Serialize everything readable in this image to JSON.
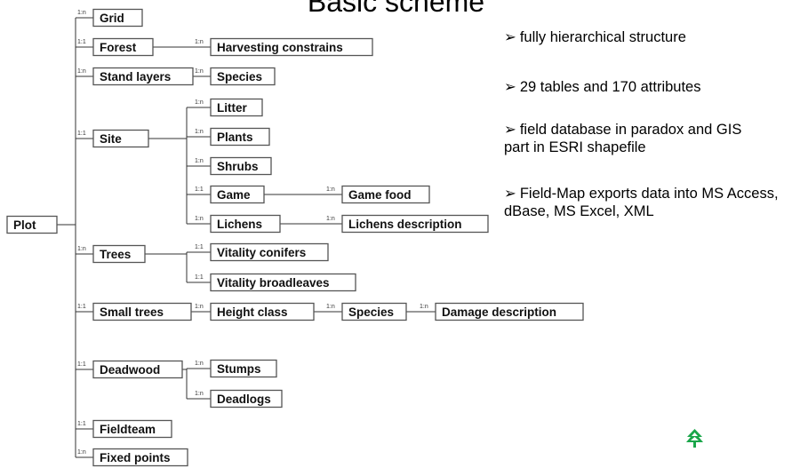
{
  "title": "Basic scheme",
  "nodes": [
    {
      "id": "plot",
      "label": "Plot"
    },
    {
      "id": "grid",
      "label": "Grid",
      "card": "1:n"
    },
    {
      "id": "forest",
      "label": "Forest",
      "card": "1:1"
    },
    {
      "id": "harvesting",
      "label": "Harvesting constrains",
      "card": "1:n"
    },
    {
      "id": "standlayers",
      "label": "Stand layers",
      "card": "1:n"
    },
    {
      "id": "species1",
      "label": "Species",
      "card": "1:n"
    },
    {
      "id": "site",
      "label": "Site",
      "card": "1:1"
    },
    {
      "id": "litter",
      "label": "Litter",
      "card": "1:n"
    },
    {
      "id": "plants",
      "label": "Plants",
      "card": "1:n"
    },
    {
      "id": "shrubs",
      "label": "Shrubs",
      "card": "1:n"
    },
    {
      "id": "game",
      "label": "Game",
      "card": "1:1"
    },
    {
      "id": "gamefood",
      "label": "Game food",
      "card": "1:n"
    },
    {
      "id": "lichens",
      "label": "Lichens",
      "card": "1:n"
    },
    {
      "id": "lichensdesc",
      "label": "Lichens description",
      "card": "1:n"
    },
    {
      "id": "trees",
      "label": "Trees",
      "card": "1:n"
    },
    {
      "id": "vitconifers",
      "label": "Vitality conifers",
      "card": "1:1"
    },
    {
      "id": "vitbroad",
      "label": "Vitality broadleaves",
      "card": "1:1"
    },
    {
      "id": "smalltrees",
      "label": "Small trees",
      "card": "1:1"
    },
    {
      "id": "heightclass",
      "label": "Height class",
      "card": "1:n"
    },
    {
      "id": "species2",
      "label": "Species",
      "card": "1:n"
    },
    {
      "id": "damagedesc",
      "label": "Damage description",
      "card": "1:n"
    },
    {
      "id": "deadwood",
      "label": "Deadwood",
      "card": "1:1"
    },
    {
      "id": "stumps",
      "label": "Stumps",
      "card": "1:n"
    },
    {
      "id": "deadlogs",
      "label": "Deadlogs",
      "card": "1:n"
    },
    {
      "id": "fieldteam",
      "label": "Fieldteam",
      "card": "1:1"
    },
    {
      "id": "fixedpoints",
      "label": "Fixed points",
      "card": "1:n"
    }
  ],
  "bullets": [
    "fully hierarchical structure",
    "29 tables and 170 attributes",
    "field database in paradox and GIS part in ESRI shapefile",
    "Field-Map exports data into MS Access, dBase, MS Excel, XML"
  ],
  "bullet_marker": "➢",
  "logo_icon": "tree-logo-icon",
  "logo_color": "#1aa64a"
}
